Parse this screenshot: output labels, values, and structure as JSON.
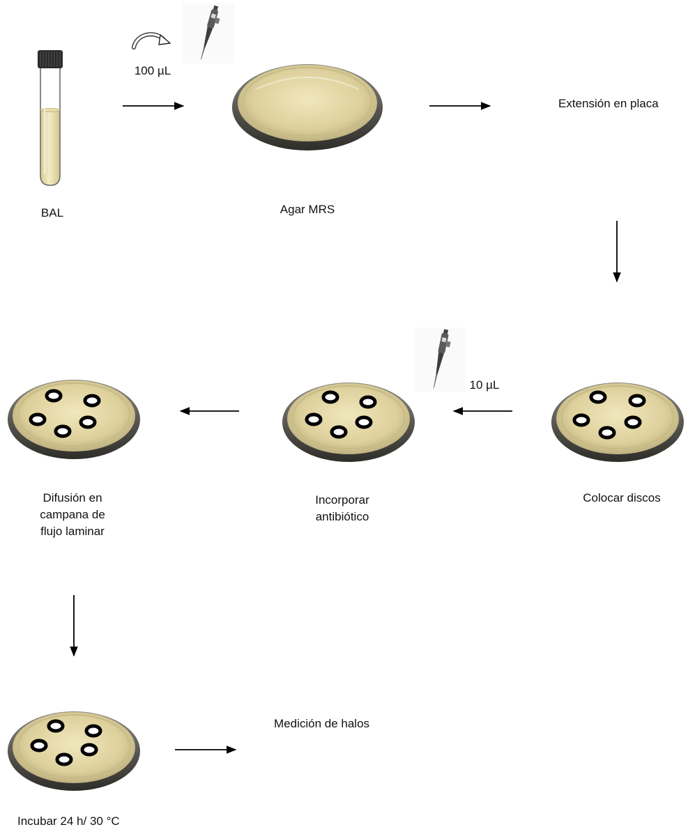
{
  "volumes": {
    "first": "100 µL",
    "second": "10 µL"
  },
  "labels": {
    "bal": "BAL",
    "agar": "Agar MRS",
    "extension": "Extensión en placa",
    "colocar": "Colocar discos",
    "incorporar": [
      "Incorporar",
      "antibiótico"
    ],
    "difusion": [
      "Difusión en",
      "campana de",
      "flujo laminar"
    ],
    "incubar": "Incubar 24 h/ 30 °C",
    "medicion": "Medición de halos"
  },
  "colors": {
    "agar": "#d8cc96",
    "plate_rim": "#5f5d56",
    "liquid": "#ecdfae",
    "arrow": "#000000"
  },
  "icons": {
    "curved_arrow": "curved-arrow-icon",
    "pipette": "pipette-icon",
    "disc": "disc-icon"
  }
}
